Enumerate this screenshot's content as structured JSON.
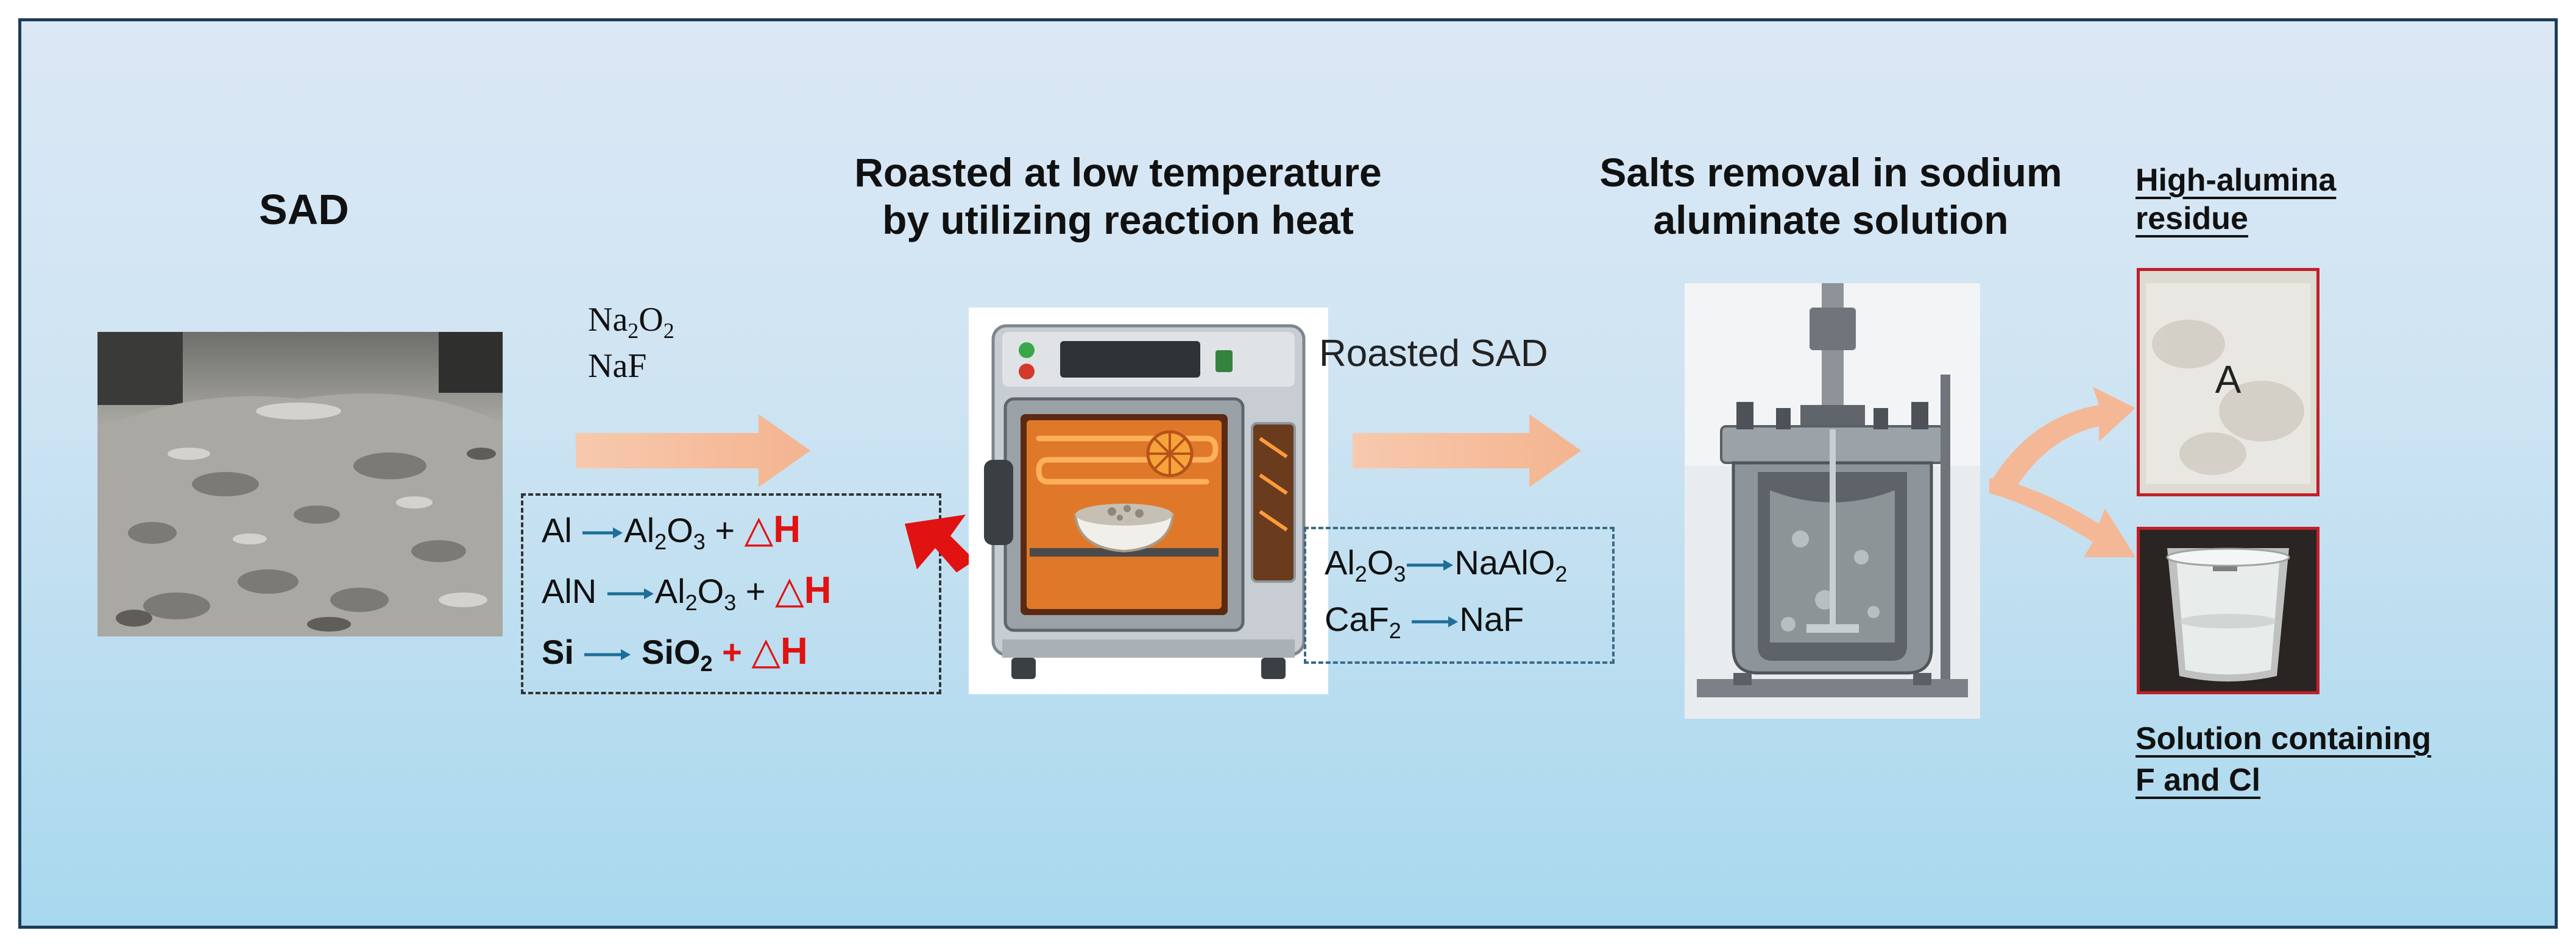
{
  "titles": {
    "sad": "SAD",
    "roast": [
      "Roasted at low temperature",
      "by utilizing reaction heat"
    ],
    "salts": [
      "Salts removal in sodium",
      "aluminate solution"
    ],
    "high_alumina": [
      "High-alumina",
      "residue"
    ],
    "solution": [
      "Solution containing",
      "F and Cl"
    ]
  },
  "reagents": {
    "r1": "Na",
    "r1_sub": "2",
    "r1b": "O",
    "r1b_sub": "2",
    "r2": "NaF"
  },
  "roasted_label": "Roasted SAD",
  "reactions_left": [
    {
      "left": "Al",
      "right": "Al",
      "right_sub1": "2",
      "right_mid": "O",
      "right_sub2": "3",
      "plus": "+",
      "heat": "△H"
    },
    {
      "left": "AlN",
      "right": "Al",
      "right_sub1": "2",
      "right_mid": "O",
      "right_sub2": "3",
      "plus": "+",
      "heat": "△H"
    },
    {
      "left": "Si",
      "right": "SiO",
      "right_sub1": "2",
      "plus": "+",
      "heat": "△H"
    }
  ],
  "reactions_right": [
    {
      "left": "Al",
      "left_sub1": "2",
      "left_mid": "O",
      "left_sub2": "3",
      "right": "NaAlO",
      "right_sub": "2"
    },
    {
      "left": "CaF",
      "left_sub1": "2",
      "right": "NaF"
    }
  ],
  "sample_mark": "A",
  "colors": {
    "arrow": "#f7c9ae",
    "heat": "#e01212",
    "frame": "#c0202a",
    "reaction_arrow": "#1e6e9a"
  }
}
